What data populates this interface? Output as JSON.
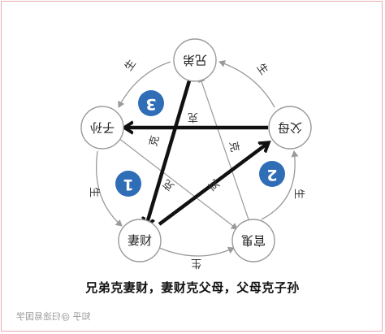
{
  "nodes": {
    "xiongdi": "兄弟",
    "fumu": "父母",
    "guangui": "官鬼",
    "qicai": "妻财",
    "zisun": "子孙"
  },
  "generate_label": "生",
  "control_label": "克",
  "badges": [
    "1",
    "2",
    "3"
  ],
  "caption": "兄弟克妻财，妻财克父母，父母克子孙",
  "watermark": "知乎 @归途易国学",
  "colors": {
    "badge": "#2f6db7",
    "thick_arrow": "#111111",
    "thin_line": "#9a9a9a",
    "frame": "#e6a9b3"
  }
}
